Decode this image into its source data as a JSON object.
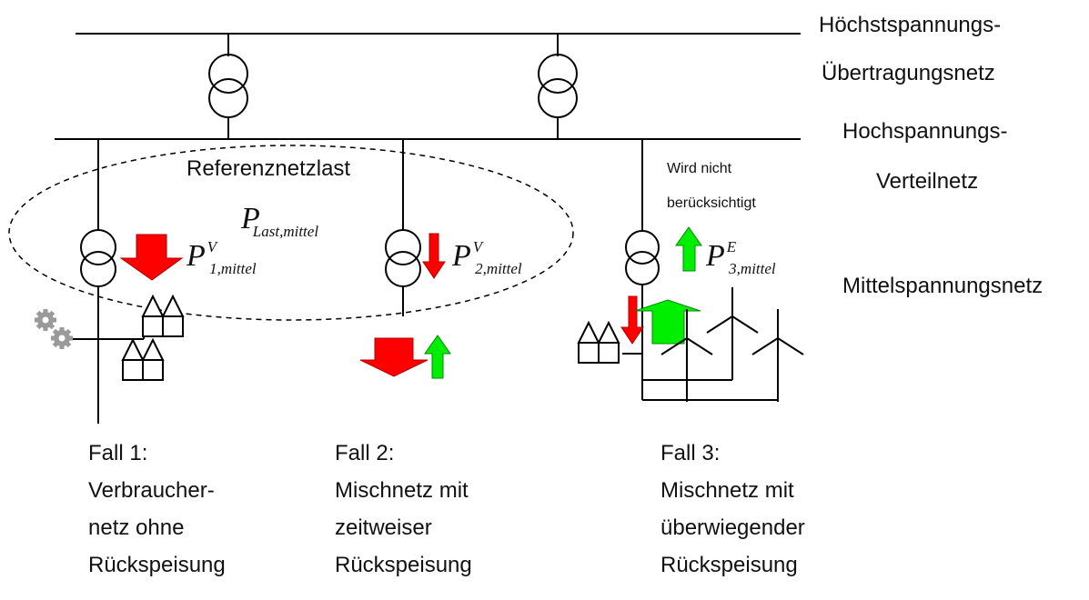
{
  "levels": {
    "hoechst_line1": "Höchstspannungs-",
    "hoechst_line2": "Übertragungsnetz",
    "hoch_line1": "Hochspannungs-",
    "hoch_line2": "Verteilnetz",
    "mittel": "Mittelspannungsnetz"
  },
  "region_label": "Referenznetzlast",
  "note": {
    "line1": "Wird nicht",
    "line2": "berücksichtigt"
  },
  "formulas": {
    "last": {
      "P": "P",
      "sub": "Last,mittel"
    },
    "p1": {
      "P": "P",
      "sup": "V",
      "sub": "1,mittel"
    },
    "p2": {
      "P": "P",
      "sup": "V",
      "sub": "2,mittel"
    },
    "p3": {
      "P": "P",
      "sup": "E",
      "sub": "3,mittel"
    }
  },
  "cases": [
    {
      "line1": "Fall 1:",
      "line2": "Verbraucher-",
      "line3": "netz ohne",
      "line4": "Rückspeisung"
    },
    {
      "line1": "Fall 2:",
      "line2": "Mischnetz mit",
      "line3": "zeitweiser",
      "line4": "Rückspeisung"
    },
    {
      "line1": "Fall 3:",
      "line2": "Mischnetz mit",
      "line3": "überwiegender",
      "line4": "Rückspeisung"
    }
  ],
  "colors": {
    "consumption_arrow": "#ff0000",
    "feedin_arrow": "#00ee00",
    "line": "#000000",
    "gear": "#9a9a9a"
  },
  "icons": [
    "transformer-icon",
    "house-icon",
    "gear-icon",
    "wind-turbine-icon"
  ]
}
